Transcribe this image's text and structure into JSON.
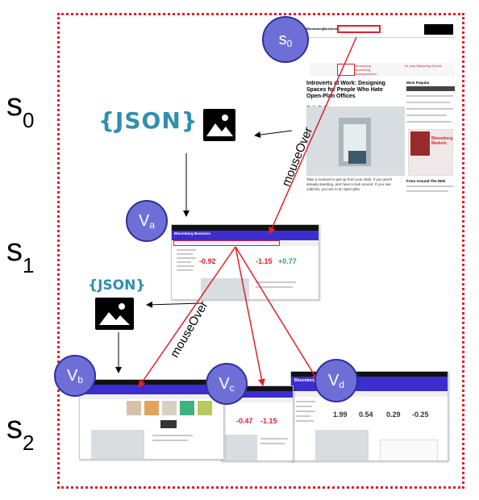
{
  "states": {
    "s0": {
      "base": "s",
      "sub": "0"
    },
    "s1": {
      "base": "s",
      "sub": "1"
    },
    "s2": {
      "base": "s",
      "sub": "2"
    }
  },
  "nodes": {
    "s0": {
      "base": "s",
      "sub": "0"
    },
    "va": {
      "base": "V",
      "sub": "a"
    },
    "vb": {
      "base": "V",
      "sub": "b"
    },
    "vc": {
      "base": "V",
      "sub": "c"
    },
    "vd": {
      "base": "V",
      "sub": "d"
    }
  },
  "json_icon_text_large": "{JSON}",
  "json_icon_text_small": "{JSON}",
  "edge_labels": {
    "upper": "mouseOver",
    "lower": "mouseOver"
  },
  "s0_page": {
    "logo": "BloombergBusiness",
    "ad_text": "Introducing Bloomberg Businessweek+",
    "ad_text2": "for your Marketing Events",
    "headline": "Introverts at Work: Designing Spaces for People Who Hate Open-Plan Offices",
    "sidebar_title": "Most Popular",
    "body": "Take a moment to get up from your desk, if you aren't already standing, and have a look around. If you see cubicles, you are in an open-plan",
    "side_ad": "Bloomberg Markets",
    "bottom_title": "From Around The Web"
  },
  "va_page": {
    "logo": "Bloomberg Business",
    "values": [
      "-0.92",
      "-1.15",
      "+0.77"
    ]
  },
  "vc_page": {
    "values": [
      "-0.47",
      "-1.15"
    ]
  },
  "vd_page": {
    "logo": "Bloomberg Business",
    "values": [
      "1.99",
      "0.54",
      "0.29",
      "-0.25"
    ]
  },
  "colors": {
    "frame": "#e0202a",
    "node_fill": "#6e6fd6",
    "arrow_red": "#e0202a",
    "json_blue": "#2f8fae",
    "nav_blue": "#3c2dcf"
  }
}
